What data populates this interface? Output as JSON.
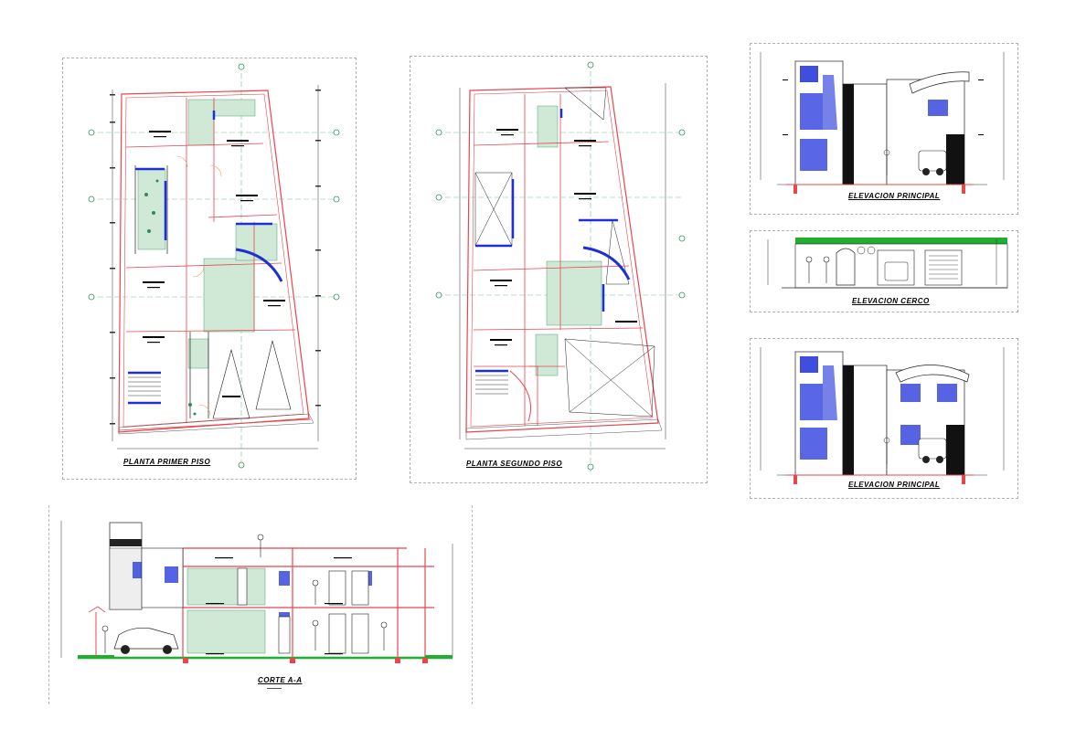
{
  "drawings": {
    "first_floor": {
      "title": "PLANTA PRIMER PISO"
    },
    "second_floor": {
      "title": "PLANTA SEGUNDO PISO"
    },
    "elevation_top": {
      "title": "ELEVACION PRINCIPAL"
    },
    "elevation_fence": {
      "title": "ELEVACION CERCO"
    },
    "elevation_bottom": {
      "title": "ELEVACION PRINCIPAL"
    },
    "section": {
      "title": "CORTE A-A"
    }
  },
  "colors": {
    "wall_red": "#e8454d",
    "window_blue": "#1d2fd8",
    "tile_green": "#2e8b57",
    "grass_green": "#1fae2e",
    "axis_green": "#2f8f5a"
  }
}
